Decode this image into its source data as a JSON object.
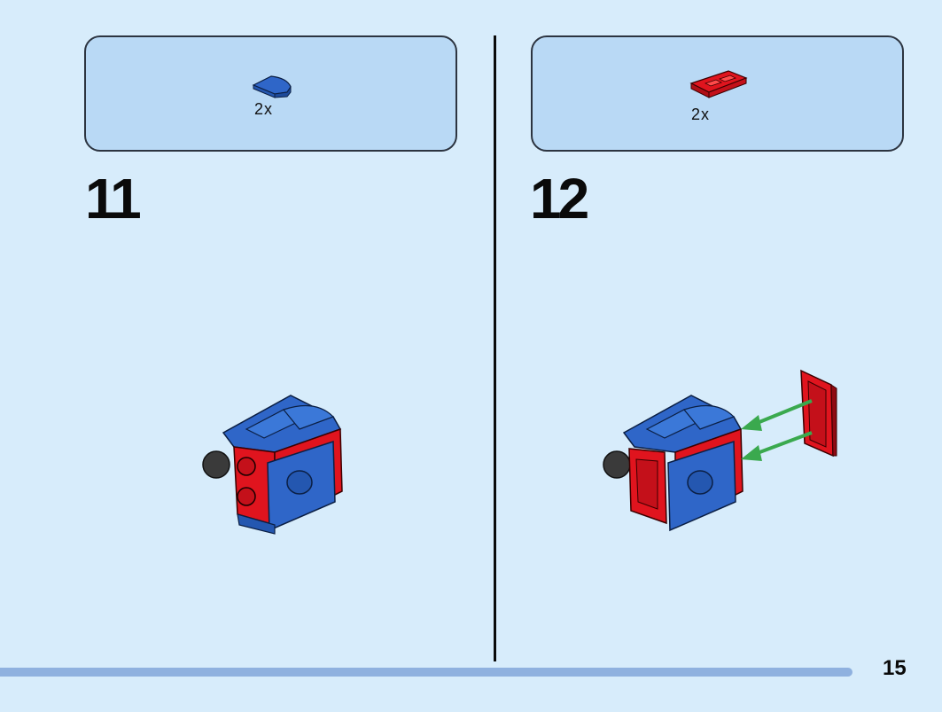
{
  "steps": [
    {
      "number": "11",
      "parts": [
        {
          "quantity": "2x",
          "piece": "blue-quarter-round-tile"
        }
      ]
    },
    {
      "number": "12",
      "parts": [
        {
          "quantity": "2x",
          "piece": "red-1x2-jumper-plate"
        }
      ]
    }
  ],
  "page_number": "15",
  "colors": {
    "background": "#d7ecfb",
    "parts_box": "#b9d9f5",
    "brick_blue": "#2f66c8",
    "brick_red": "#e0141e",
    "arrow_green": "#3aa94e",
    "progress_bar": "#8fb1df"
  }
}
